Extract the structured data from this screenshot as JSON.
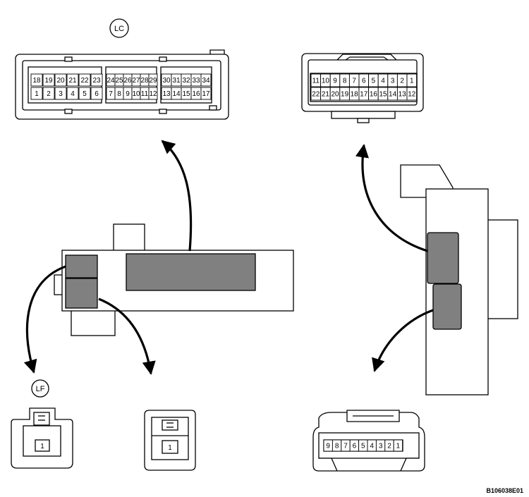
{
  "labels": {
    "connector_lc": "LC",
    "connector_lf": "LF",
    "figure_code": "B106038E01"
  },
  "connectors": {
    "lc": {
      "top_groups": [
        [
          "18",
          "19",
          "20",
          "21",
          "22",
          "23"
        ],
        [
          "24",
          "25",
          "26",
          "27",
          "28",
          "29"
        ],
        [
          "30",
          "31",
          "32",
          "33",
          "34"
        ]
      ],
      "bottom_groups": [
        [
          "1",
          "2",
          "3",
          "4",
          "5",
          "6"
        ],
        [
          "7",
          "8",
          "9",
          "10",
          "11",
          "12"
        ],
        [
          "13",
          "14",
          "15",
          "16",
          "17"
        ]
      ]
    },
    "right_top": {
      "top_row": [
        "11",
        "10",
        "9",
        "8",
        "7",
        "6",
        "5",
        "4",
        "3",
        "2",
        "1"
      ],
      "bottom_row": [
        "22",
        "21",
        "20",
        "19",
        "18",
        "17",
        "16",
        "15",
        "14",
        "13",
        "12"
      ]
    },
    "lf": {
      "pin": "1"
    },
    "left_bottom_second": {
      "pin": "1"
    },
    "right_bottom": {
      "pins": [
        "9",
        "8",
        "7",
        "6",
        "5",
        "4",
        "3",
        "2",
        "1"
      ]
    }
  }
}
